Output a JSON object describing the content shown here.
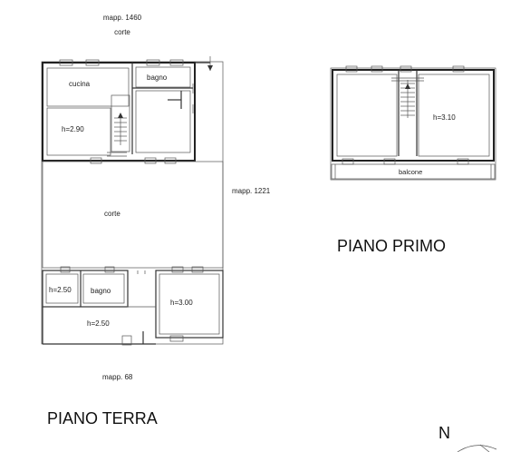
{
  "labels": {
    "mapp_top": "mapp. 1460",
    "corte_top": "corte",
    "mapp_right": "mapp. 1221",
    "mapp_bottom": "mapp. 68",
    "cucina": "cucina",
    "bagno_top": "bagno",
    "h_290": "h=2.90",
    "corte_mid": "corte",
    "h_250_left": "h=2.50",
    "bagno_bottom": "bagno",
    "h_300": "h=3.00",
    "h_250_bottom": "h=2.50",
    "h_310": "h=3.10",
    "balcone": "balcone",
    "north": "N"
  },
  "titles": {
    "ground_floor": "PIANO TERRA",
    "first_floor": "PIANO PRIMO"
  }
}
